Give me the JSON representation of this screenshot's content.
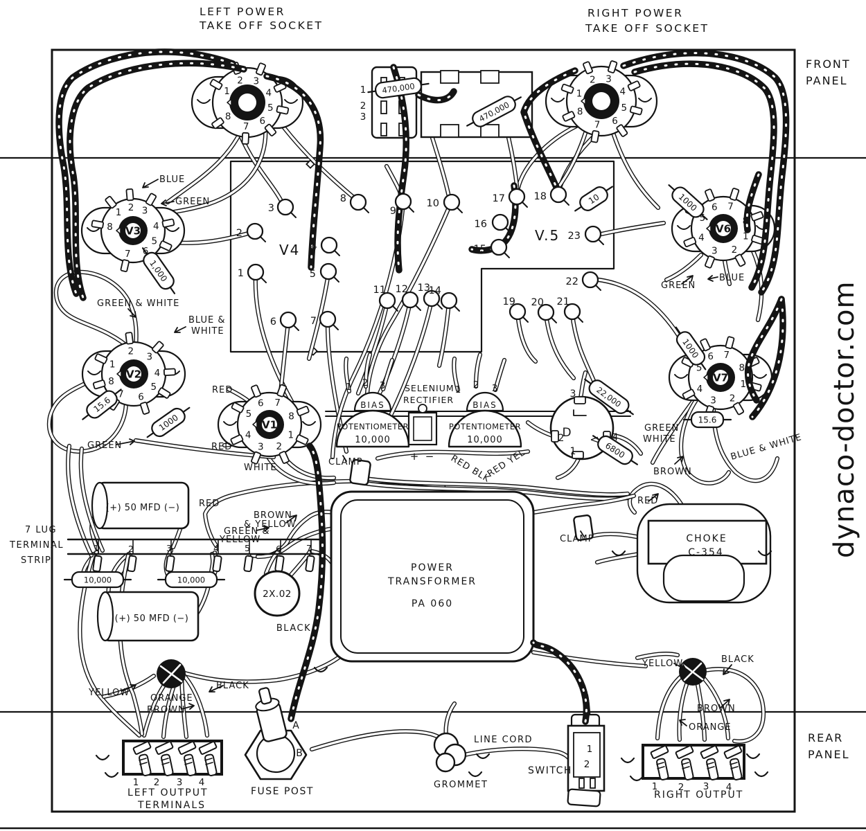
{
  "watermark": "dynaco-doctor.com",
  "titles": {
    "left_power_1": "LEFT POWER",
    "left_power_2": "TAKE OFF SOCKET",
    "right_power_1": "RIGHT POWER",
    "right_power_2": "TAKE OFF SOCKET",
    "front_panel_1": "FRONT",
    "front_panel_2": "PANEL",
    "rear_panel_1": "REAR",
    "rear_panel_2": "PANEL",
    "v4": "V4",
    "v5": "V.5"
  },
  "sockets": {
    "v1": "V1",
    "v2": "V2",
    "v3": "V3",
    "v6": "V6",
    "v7": "V7"
  },
  "socket_pins": [
    "1",
    "2",
    "3",
    "4",
    "5",
    "6",
    "7",
    "8"
  ],
  "eyelets": [
    "1",
    "2",
    "3",
    "4",
    "5",
    "6",
    "7",
    "8",
    "9",
    "10",
    "11",
    "12",
    "13",
    "14",
    "15",
    "16",
    "17",
    "18",
    "19",
    "20",
    "21",
    "22",
    "23"
  ],
  "resistors": [
    "470,000",
    "470,000",
    "1,000",
    "15.6",
    "1000",
    "1000",
    "1000",
    "15.6",
    "10",
    "22,000",
    "6800",
    "10,000",
    "10,000"
  ],
  "top_strip_pins": [
    "1",
    "2",
    "3"
  ],
  "bias_pot": {
    "line1": "BIAS",
    "line2": "POTENTIOMETER",
    "value": "10,000",
    "pins": [
      "1",
      "2",
      "3"
    ]
  },
  "selenium": {
    "line1": "SELENIUM",
    "line2": "RECTIFIER",
    "plus": "+",
    "minus": "−"
  },
  "quad_cap": {
    "label": "D",
    "mark": "<",
    "pins": [
      "3",
      "2",
      "1",
      "4"
    ]
  },
  "capacitors": {
    "cap1": "(+)  50 MFD  (−)",
    "cap2": "(+)  50 MFD  (−)",
    "disc": "2X.02",
    "disc_color": "BLACK"
  },
  "transformer": {
    "line1": "POWER",
    "line2": "TRANSFORMER",
    "line3": "PA 060"
  },
  "choke": {
    "line1": "CHOKE",
    "line2": "C-354"
  },
  "strip7": {
    "line1": "7 LUG",
    "line2": "TERMINAL",
    "line3": "STRIP",
    "lugs": [
      "1",
      "2",
      "3",
      "4",
      "5",
      "6",
      "7"
    ]
  },
  "outputs": {
    "left_1": "LEFT OUTPUT",
    "left_2": "TERMINALS",
    "right": "RIGHT OUTPUT",
    "terminals": [
      "1",
      "2",
      "3",
      "4"
    ]
  },
  "switch": {
    "label": "SWITCH",
    "pins": [
      "1",
      "2"
    ]
  },
  "fuse": {
    "label": "FUSE POST",
    "a": "A",
    "b": "B"
  },
  "cord": {
    "line_cord": "LINE CORD",
    "grommet": "GROMMET"
  },
  "clamps": {
    "clamp1": "CLAMP",
    "clamp2": "CLAMP"
  },
  "wire_labels": {
    "blue_v3": "BLUE",
    "green_v3": "GREEN",
    "gw_v2": "GREEN & WHITE",
    "bw_v2_1": "BLUE &",
    "bw_v2_2": "WHITE",
    "green_v2": "GREEN",
    "red_v1a": "RED",
    "red_v1b": "RED",
    "white_v1": "WHITE",
    "red_strip": "RED",
    "red_blk": "RED BLK",
    "red_yel": "RED YEL",
    "gw_v7_1": "GREEN",
    "gw_v7_2": "WHITE",
    "brown_v7": "BROWN",
    "bw_v7": "BLUE & WHITE",
    "green_v6": "GREEN",
    "blue_v6": "BLUE",
    "red_choke": "RED",
    "by_1": "BROWN",
    "by_2": "& YELLOW",
    "gy_1": "GREEN &",
    "gy_2": "YELLOW",
    "yellow_l": "YELLOW",
    "black_l": "BLACK",
    "orange_l": "ORANGE",
    "brown_l": "BROWN",
    "yellow_r": "YELLOW",
    "black_r": "BLACK",
    "brown_r": "BROWN",
    "orange_r": "ORANGE"
  },
  "ink_color": "#141414",
  "background_color": "#ffffff"
}
